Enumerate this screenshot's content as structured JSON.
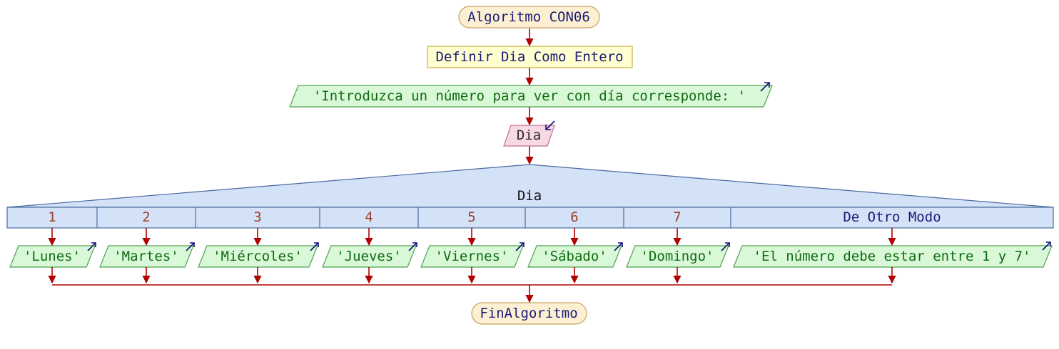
{
  "flowchart": {
    "start_label": "Algoritmo CON06",
    "definition_label": "Definir Dia Como Entero",
    "prompt_output": "'Introduzca un número para ver con día corresponde: '",
    "read_input": "Dia",
    "switch_variable": "Dia",
    "cases": [
      {
        "value": "1",
        "output": "'Lunes'"
      },
      {
        "value": "2",
        "output": "'Martes'"
      },
      {
        "value": "3",
        "output": "'Miércoles'"
      },
      {
        "value": "4",
        "output": "'Jueves'"
      },
      {
        "value": "5",
        "output": "'Viernes'"
      },
      {
        "value": "6",
        "output": "'Sábado'"
      },
      {
        "value": "7",
        "output": "'Domingo'"
      }
    ],
    "default_case": {
      "value": "De Otro Modo",
      "output": "'El número debe estar entre 1 y 7'"
    },
    "end_label": "FinAlgoritmo"
  },
  "colors": {
    "terminator_fill": "#fcefd2",
    "terminator_stroke": "#c8a060",
    "definition_fill": "#ffffd0",
    "definition_stroke": "#c8b040",
    "output_fill": "#d8f8d8",
    "output_stroke": "#4fa04f",
    "input_fill": "#f8d8e4",
    "input_stroke": "#c07090",
    "switch_fill": "#d4e2f8",
    "switch_stroke": "#4a6aa0",
    "flow_line": "#b00000"
  }
}
